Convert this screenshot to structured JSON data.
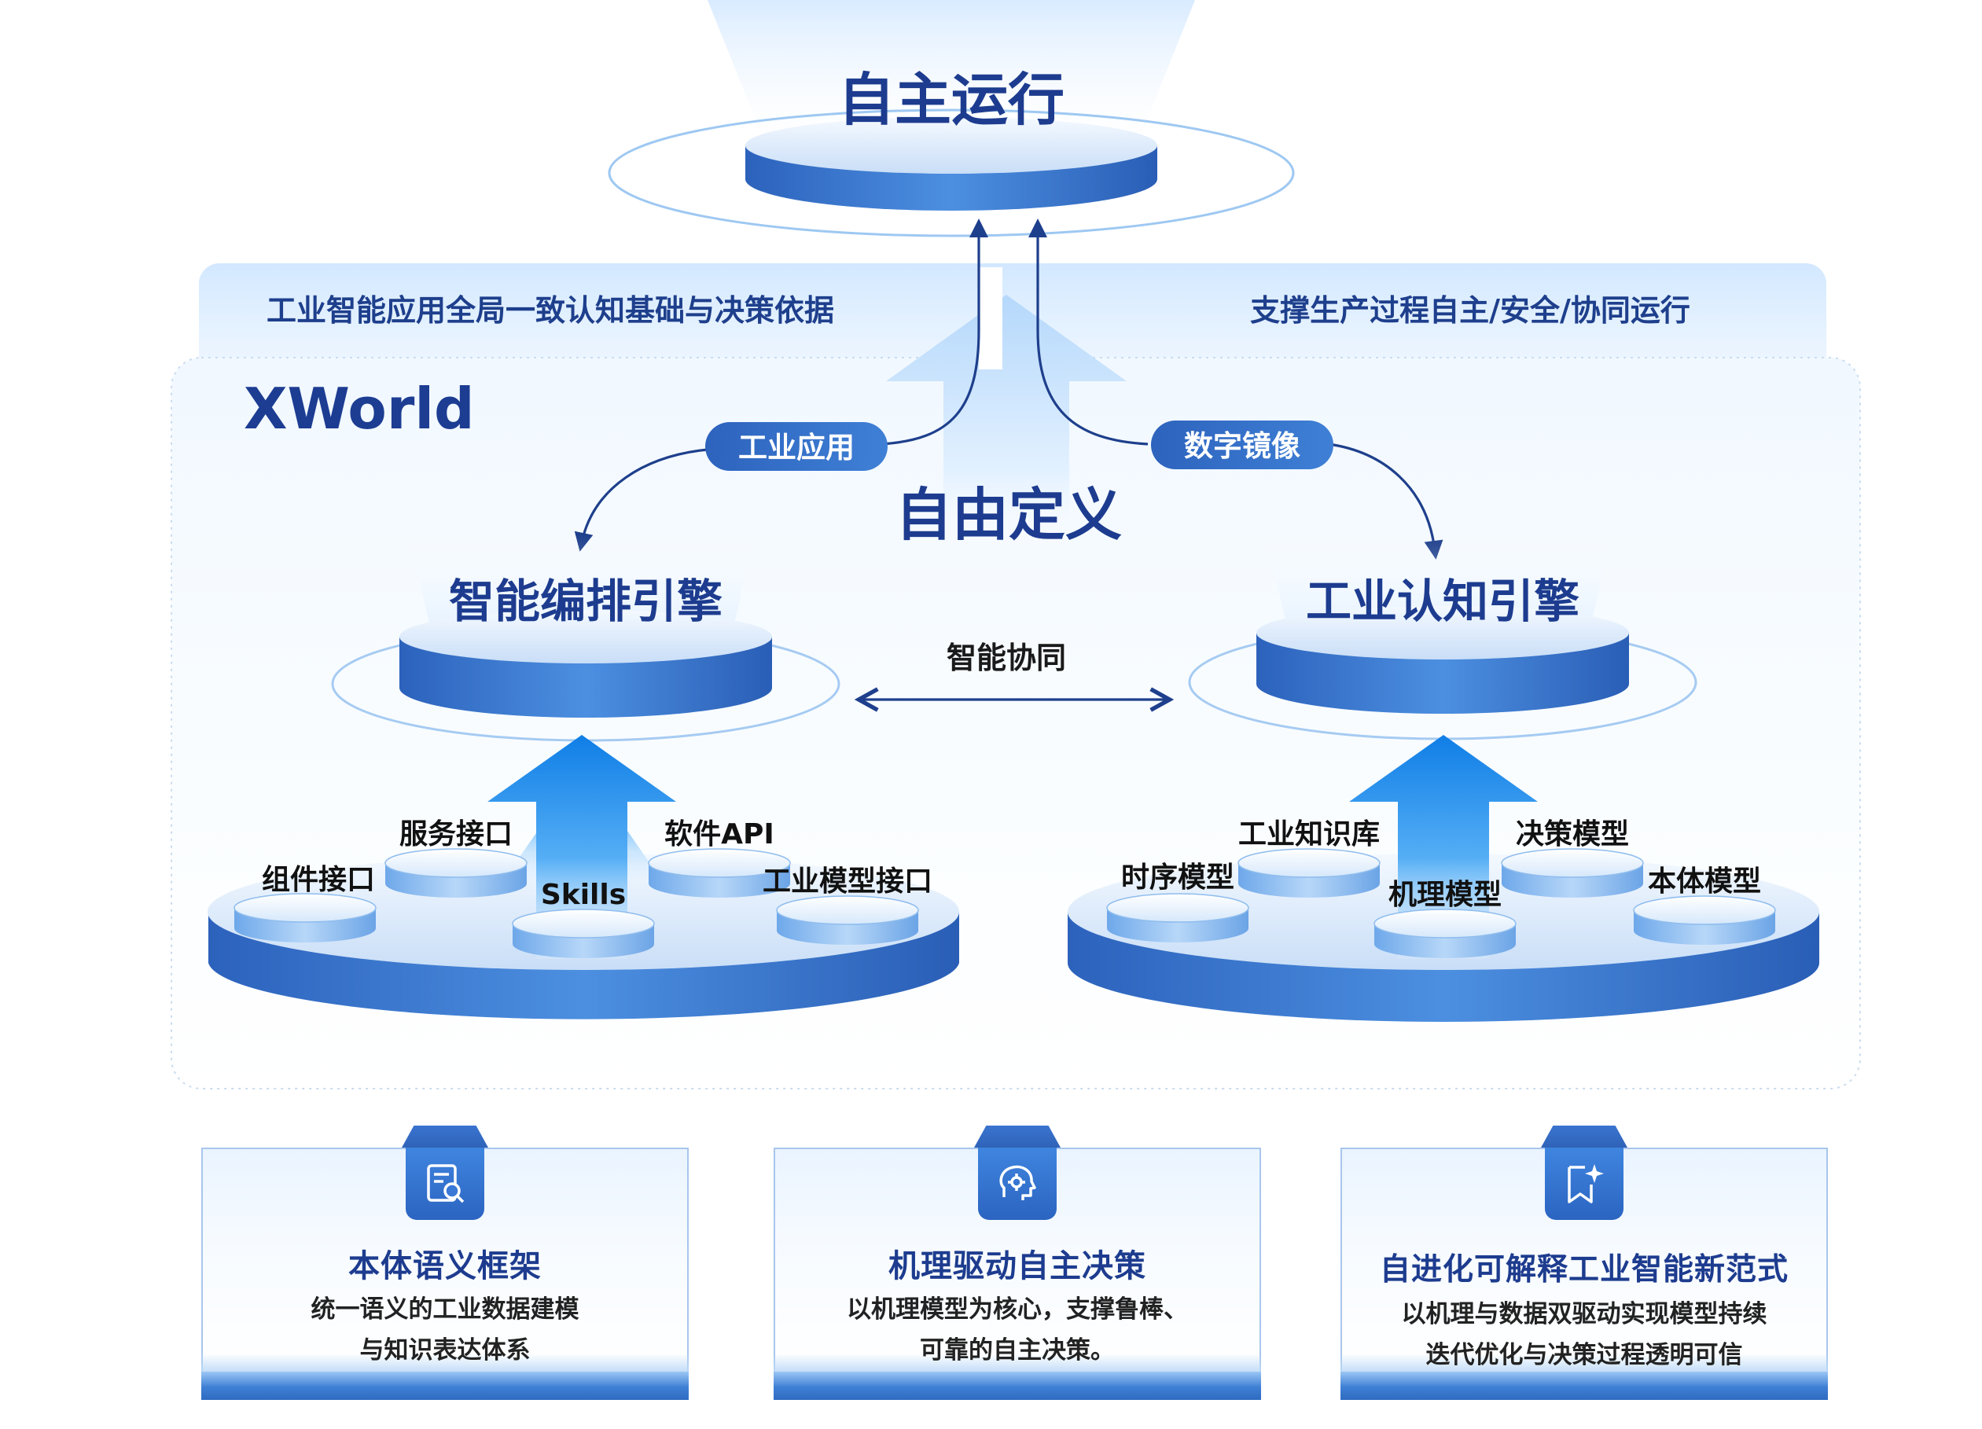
{
  "top": {
    "title": "自主运行"
  },
  "banner": {
    "left": "工业智能应用全局一致认知基础与决策依据",
    "right": "支撑生产过程自主/安全/协同运行"
  },
  "xworld": {
    "label": "XWorld",
    "pill_left": "工业应用",
    "pill_right": "数字镜像",
    "center": "自由定义",
    "collab": "智能协同"
  },
  "engines": {
    "left": {
      "title": "智能编排引擎",
      "modules": [
        "服务接口",
        "软件API",
        "组件接口",
        "Skills",
        "工业模型接口"
      ]
    },
    "right": {
      "title": "工业认知引擎",
      "modules": [
        "工业知识库",
        "决策模型",
        "时序模型",
        "机理模型",
        "本体模型"
      ]
    }
  },
  "cards": [
    {
      "icon": "document-search-icon",
      "title": "本体语义框架",
      "line1": "统一语义的工业数据建模",
      "line2": "与知识表达体系"
    },
    {
      "icon": "brain-gear-icon",
      "title": "机理驱动自主决策",
      "line1": "以机理模型为核心，支撑鲁棒、",
      "line2": "可靠的自主决策。"
    },
    {
      "icon": "sparkle-bookmark-icon",
      "title": "自进化可解释工业智能新范式",
      "line1": "以机理与数据双驱动实现模型持续",
      "line2": "迭代优化与决策过程透明可信"
    }
  ],
  "colors": {
    "primary": "#2f6bc2",
    "dark_text": "#1d3c8f",
    "light_blue": "#d9eaff"
  }
}
